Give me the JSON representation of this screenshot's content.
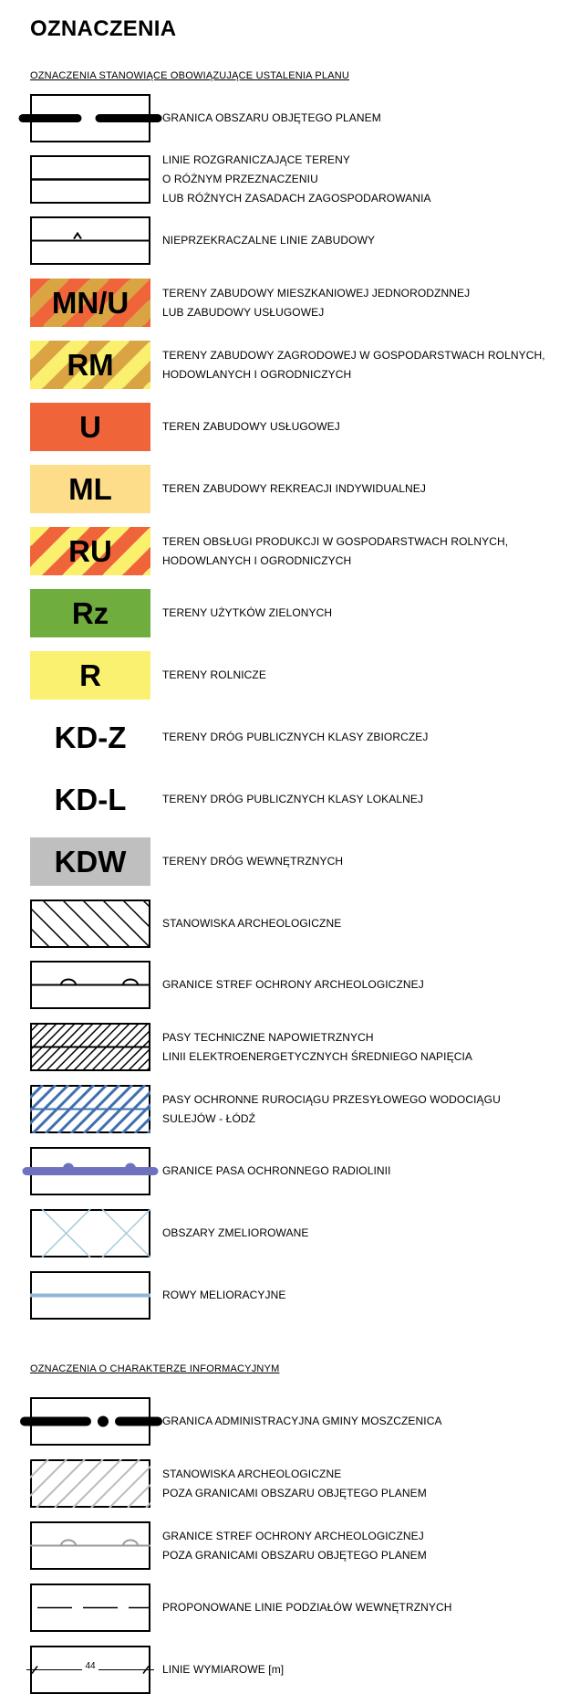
{
  "title": "OZNACZENIA",
  "sections": [
    {
      "heading": "OZNACZENIA STANOWIĄCE OBOWIĄZUJĄCE USTALENIA PLANU"
    },
    {
      "heading": "OZNACZENIA O CHARAKTERZE INFORMACYJNYM"
    }
  ],
  "items": [
    {
      "symbol": "boundary-line-icon",
      "lines": [
        "GRANICA OBSZARU OBJĘTEGO PLANEM"
      ]
    },
    {
      "symbol": "dividing-line-icon",
      "lines": [
        "LINIE ROZGRANICZAJĄCE TERENY",
        "O RÓŻNYM PRZEZNACZENIU",
        "LUB RÓŻNYCH ZASADACH ZAGOSPODAROWANIA"
      ]
    },
    {
      "symbol": "building-line-icon",
      "lines": [
        "NIEPRZEKRACZALNE LINIE ZABUDOWY"
      ]
    },
    {
      "code": "MN/U",
      "colors": [
        "#f0643a",
        "#d9a441"
      ],
      "lines": [
        "TERENY ZABUDOWY MIESZKANIOWEJ JEDNORODZNNEJ",
        "LUB ZABUDOWY USŁUGOWEJ"
      ]
    },
    {
      "code": "RM",
      "colors": [
        "#fbf06e",
        "#d9a441"
      ],
      "lines": [
        "TERENY ZABUDOWY ZAGRODOWEJ W GOSPODARSTWACH ROLNYCH,",
        "HODOWLANYCH I OGRODNICZYCH"
      ]
    },
    {
      "code": "U",
      "colors": [
        "#f0643a"
      ],
      "lines": [
        "TEREN ZABUDOWY USŁUGOWEJ"
      ]
    },
    {
      "code": "ML",
      "colors": [
        "#fddd8a"
      ],
      "lines": [
        "TEREN ZABUDOWY REKREACJI INDYWIDUALNEJ"
      ]
    },
    {
      "code": "RU",
      "colors": [
        "#fbf06e",
        "#f0643a"
      ],
      "lines": [
        "TEREN OBSŁUGI PRODUKCJI W GOSPODARSTWACH ROLNYCH,",
        "HODOWLANYCH I OGRODNICZYCH"
      ]
    },
    {
      "code": "Rz",
      "colors": [
        "#6fae3e"
      ],
      "lines": [
        "TERENY UŻYTKÓW ZIELONYCH"
      ]
    },
    {
      "code": "R",
      "colors": [
        "#fbf170"
      ],
      "lines": [
        "TERENY ROLNICZE"
      ]
    },
    {
      "code": "KD-Z",
      "colors": [
        "#ffffff"
      ],
      "lines": [
        "TERENY DRÓG PUBLICZNYCH KLASY ZBIORCZEJ"
      ]
    },
    {
      "code": "KD-L",
      "colors": [
        "#ffffff"
      ],
      "lines": [
        "TERENY DRÓG PUBLICZNYCH KLASY LOKALNEJ"
      ]
    },
    {
      "code": "KDW",
      "colors": [
        "#bfbfbf"
      ],
      "lines": [
        "TERENY DRÓG WEWNĘTRZNYCH"
      ]
    },
    {
      "symbol": "archaeological-site-hatch-icon",
      "lines": [
        "STANOWISKA ARCHEOLOGICZNE"
      ]
    },
    {
      "symbol": "archaeological-zone-line-icon",
      "lines": [
        "GRANICE STREF OCHRONY ARCHEOLOGICZNEJ"
      ]
    },
    {
      "symbol": "power-line-strip-hatch-icon",
      "lines": [
        "PASY TECHNICZNE NAPOWIETRZNYCH",
        "LINII ELEKTROENERGETYCZNYCH ŚREDNIEGO NAPIĘCIA"
      ]
    },
    {
      "symbol": "pipeline-strip-hatch-icon",
      "colors": [
        "#3f6fb0"
      ],
      "lines": [
        "PASY OCHRONNE RUROCIĄGU PRZESYŁOWEGO WODOCIĄGU",
        "SULEJÓW - ŁÓDŹ"
      ]
    },
    {
      "symbol": "radio-link-boundary-icon",
      "colors": [
        "#6e72be"
      ],
      "lines": [
        "GRANICE PASA OCHRONNEGO RADIOLINII"
      ]
    },
    {
      "symbol": "reclaimed-area-crosshatch-icon",
      "colors": [
        "#a9c9dc"
      ],
      "lines": [
        "OBSZARY ZMELIOROWANE"
      ]
    },
    {
      "symbol": "drainage-ditch-line-icon",
      "colors": [
        "#8fb6d6"
      ],
      "lines": [
        "ROWY MELIORACYJNE"
      ]
    },
    {
      "symbol": "municipal-boundary-icon",
      "lines": [
        "GRANICA ADMINISTRACYJNA GMINY MOSZCZENICA"
      ]
    },
    {
      "symbol": "archaeological-site-outside-icon",
      "colors": [
        "#bbbbbb"
      ],
      "lines": [
        "STANOWISKA ARCHEOLOGICZNE",
        "POZA GRANICAMI OBSZARU OBJĘTEGO PLANEM"
      ]
    },
    {
      "symbol": "archaeological-zone-outside-icon",
      "colors": [
        "#999999"
      ],
      "lines": [
        "GRANICE STREF OCHRONY ARCHEOLOGICZNEJ",
        "POZA GRANICAMI OBSZARU OBJĘTEGO PLANEM"
      ]
    },
    {
      "symbol": "internal-division-dashed-line-icon",
      "lines": [
        "PROPONOWANE LINIE PODZIAŁÓW WEWNĘTRZNYCH"
      ]
    },
    {
      "symbol": "dimension-line-icon",
      "dimension": "44",
      "lines": [
        "LINIE WYMIAROWE [m]"
      ]
    }
  ]
}
